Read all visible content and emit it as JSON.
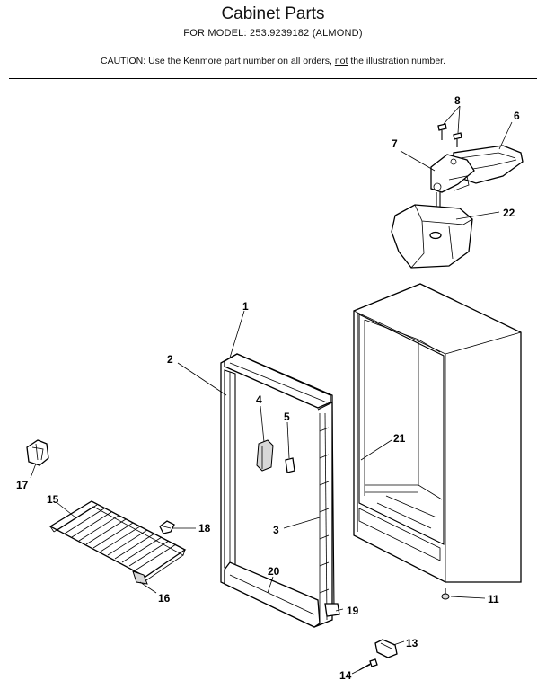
{
  "header": {
    "title": "Cabinet Parts",
    "subtitle": "FOR MODEL: 253.9239182  (ALMOND)",
    "caution_prefix": "CAUTION:  Use the Kenmore part number on all orders, ",
    "caution_emph": "not",
    "caution_suffix": " the illustration number."
  },
  "callouts": {
    "c1": "1",
    "c2": "2",
    "c3": "3",
    "c4": "4",
    "c5": "5",
    "c6": "6",
    "c7": "7",
    "c8": "8",
    "c11": "11",
    "c13": "13",
    "c14": "14",
    "c15": "15",
    "c16": "16",
    "c17": "17",
    "c18": "18",
    "c19": "19",
    "c20": "20",
    "c21": "21",
    "c22": "22"
  }
}
